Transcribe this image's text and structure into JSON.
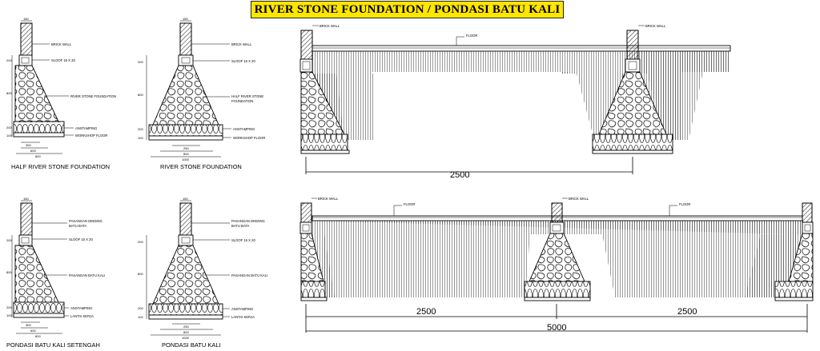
{
  "title": "RIVER STONE FOUNDATION / PONDASI BATU KALI",
  "colors": {
    "title_bg": "#ffe600",
    "line": "#000000",
    "background": "#ffffff"
  },
  "details": {
    "half_en": {
      "caption": "HALF RIVER STONE FOUNDATION",
      "labels": {
        "brick_wall": "BRICK WALL",
        "sloof": "SLOOF 15 X 20",
        "foundation": "RIVER STONE FOUNDATION",
        "anstamping": "ANSTAMPING",
        "floor": "WORKSHOP FLOOR"
      },
      "dims": {
        "top": "150",
        "h200": "200",
        "h800": "800",
        "h200b": "200",
        "h100": "100",
        "w300": "300",
        "w600": "600",
        "w800": "800"
      }
    },
    "full_en": {
      "caption": "RIVER STONE FOUNDATION",
      "labels": {
        "brick_wall": "BRICK WALL",
        "sloof": "SLOOF 15 X 20",
        "foundation_1": "HALF RIVER STONE",
        "foundation_2": "FOUNDATION",
        "anstamping": "ANSTAMPING",
        "floor": "WORKSHOP FLOOR"
      },
      "dims": {
        "top": "150",
        "h200": "200",
        "h800": "800",
        "h200b": "200",
        "h100": "100",
        "w250": "250",
        "w800": "800",
        "w1000": "1000"
      }
    },
    "half_id": {
      "caption": "PONDASI BATU KALI SETENGAH",
      "labels": {
        "wall_1": "PASANGAN DINDING",
        "wall_2": "BATU BATA",
        "sloof": "SLOOF 15 X 20",
        "foundation": "PASANGAN BATU KALI",
        "anstamping": "ANSTAMPING",
        "floor": "LANTAI KERJA"
      },
      "dims": {
        "top": "150",
        "h200": "200",
        "h800": "800",
        "h200b": "200",
        "h100": "100",
        "w300": "300",
        "w600": "600",
        "w800": "800"
      }
    },
    "full_id": {
      "caption": "PONDASI BATU KALI",
      "labels": {
        "wall_1": "PASANGAN DINDING",
        "wall_2": "BATU BATA",
        "sloof": "SLOOF 15 X 20",
        "foundation": "PASANGAN BATU KALI",
        "anstamping": "ANSTAMPING",
        "floor": "LANTAI KERJA"
      },
      "dims": {
        "top": "150",
        "h200": "200",
        "h800": "800",
        "h200b": "200",
        "h100": "100",
        "w250": "250",
        "w800": "800",
        "w1000": "1000"
      }
    }
  },
  "section_top": {
    "labels": {
      "brick_wall_left": "BRICK WALL",
      "floor": "FLOOR",
      "brick_wall_right": "BRICK WALL"
    },
    "span": "2500"
  },
  "section_bottom": {
    "labels": {
      "brick_wall_left": "BRICK WALL",
      "floor_left": "FLOOR",
      "brick_wall_mid": "BRICK WALL",
      "floor_right": "FLOOR"
    },
    "span_left": "2500",
    "span_right": "2500",
    "total": "5000"
  }
}
